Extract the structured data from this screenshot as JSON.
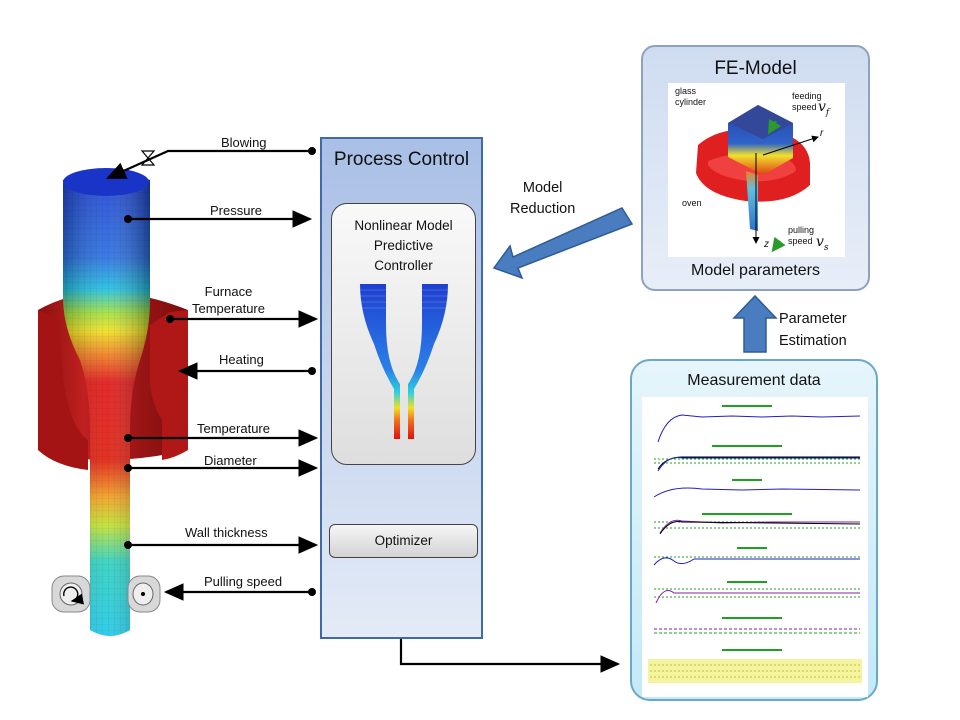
{
  "labels": {
    "blowing": "Blowing",
    "pressure": "Pressure",
    "furnace_temperature": "Furnace\nTemperature",
    "heating": "Heating",
    "temperature": "Temperature",
    "diameter": "Diameter",
    "wall_thickness": "Wall thickness",
    "pulling_speed": "Pulling speed"
  },
  "process_control": {
    "title": "Process Control",
    "nmpc": "Nonlinear Model\nPredictive\nController",
    "optimizer": "Optimizer"
  },
  "model_reduction": "Model\nReduction",
  "fe_model": {
    "title": "FE-Model",
    "params": "Model parameters",
    "glass_cylinder": "glass\ncylinder",
    "feeding_speed": "feeding\nspeed",
    "feeding_symbol": "v",
    "feeding_sub": "f",
    "oven": "oven",
    "pulling_speed": "pulling\nspeed",
    "pulling_symbol": "v",
    "pulling_sub": "s",
    "axis_r": "r",
    "axis_z": "z"
  },
  "parameter_estimation": "Parameter\nEstimation",
  "measurement": {
    "title": "Measurement  data"
  },
  "colors": {
    "process_border": "#3f6aa6",
    "arrow_blue": "#4a7cc0",
    "glass_top": "#1f3fd0",
    "glass_hot": "#e01010"
  }
}
